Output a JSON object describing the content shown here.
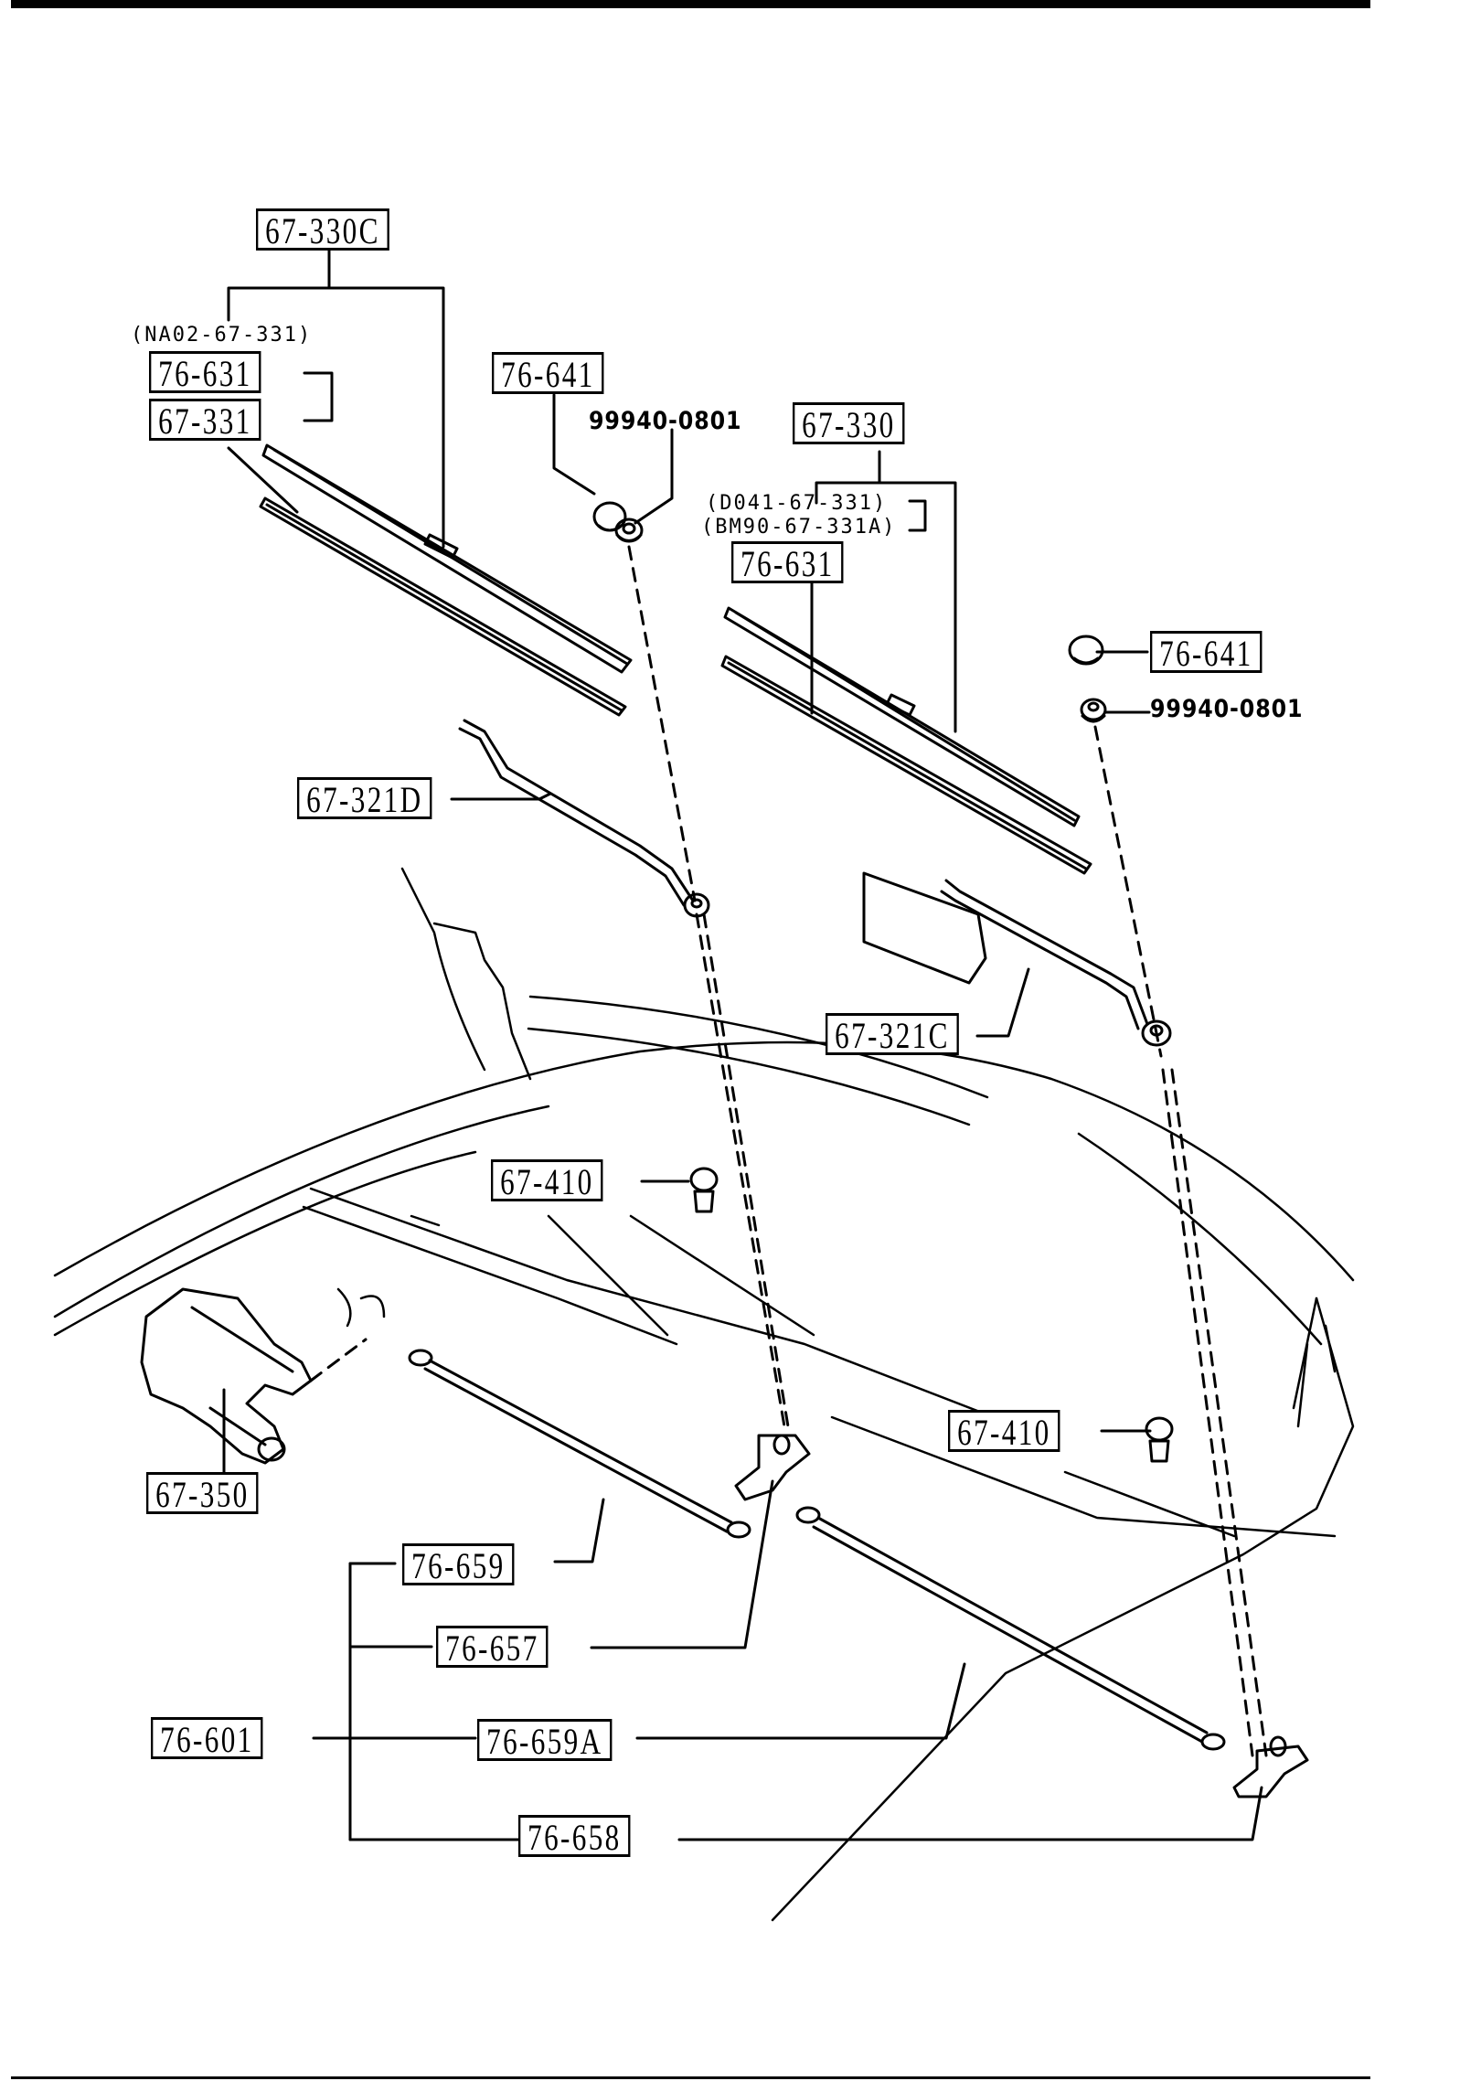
{
  "diagram": {
    "title": "Windshield wiper parts diagram",
    "part_labels": {
      "blade_assy_left": "67-330C",
      "blade_assy_left_alt": "(NA02-67-331)",
      "blade_rubber_left_a": "76-631",
      "blade_rubber_left_b": "67-331",
      "cap_left": "76-641",
      "nut_left": "99940-0801",
      "blade_assy_right": "67-330",
      "blade_assy_right_alt_1": "(D041-67-331)",
      "blade_assy_right_alt_2": "(BM90-67-331A)",
      "blade_rubber_right": "76-631",
      "cap_right": "76-641",
      "nut_right": "99940-0801",
      "arm_left": "67-321D",
      "arm_right": "67-321C",
      "bolt_left": "67-410",
      "bolt_right": "67-410",
      "motor": "67-350",
      "link_rod_1": "76-659",
      "pivot_left": "76-657",
      "linkage_assy": "76-601",
      "link_rod_2": "76-659A",
      "pivot_right": "76-658"
    }
  }
}
